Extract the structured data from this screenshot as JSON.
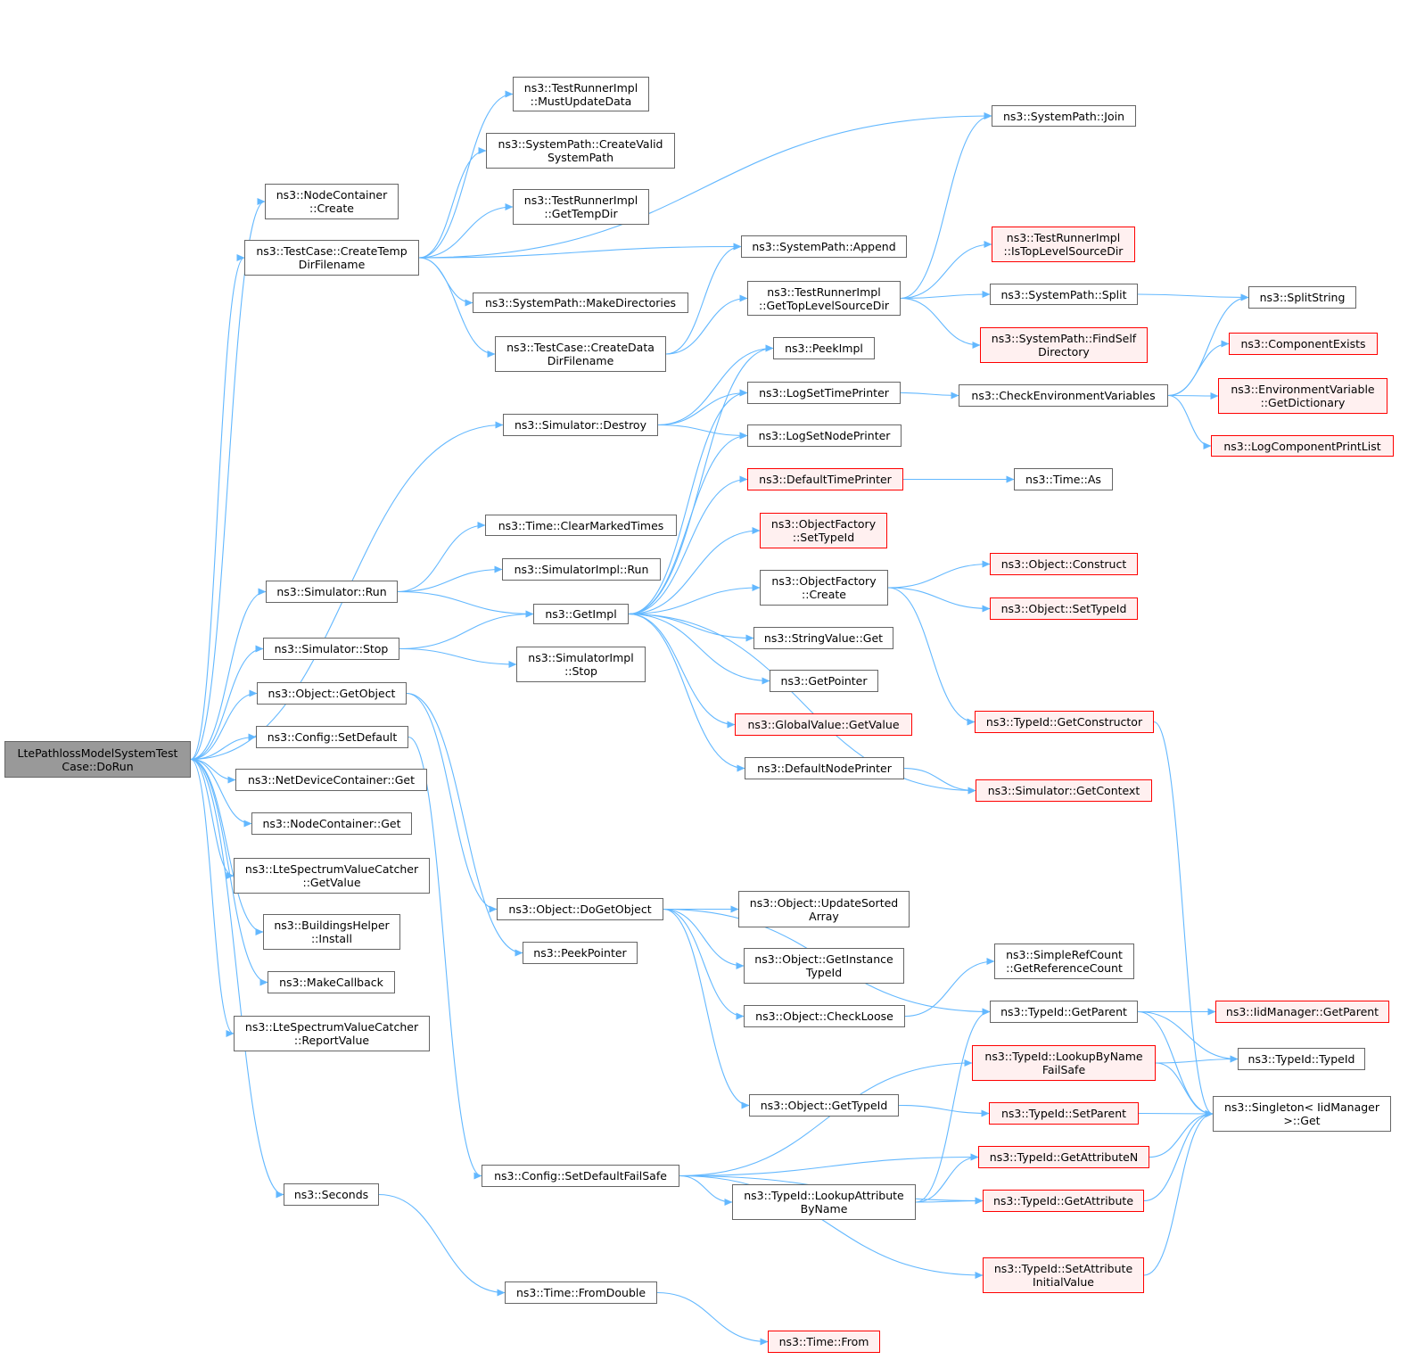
{
  "colors": {
    "edge": "#63b8ff",
    "node_border": "#666666",
    "root_fill": "#999999",
    "truncated_border": "#ff0000",
    "truncated_fill": "#fff0f0"
  },
  "nodes": [
    {
      "id": "dorun",
      "label": "LtePathlossModelSystemTest\nCase::DoRun",
      "style": "root"
    },
    {
      "id": "nc_create",
      "label": "ns3::NodeContainer\n::Create",
      "style": "normal"
    },
    {
      "id": "tc_tempdir",
      "label": "ns3::TestCase::CreateTemp\nDirFilename",
      "style": "normal"
    },
    {
      "id": "tri_must",
      "label": "ns3::TestRunnerImpl\n::MustUpdateData",
      "style": "normal"
    },
    {
      "id": "sp_createvalid",
      "label": "ns3::SystemPath::CreateValid\nSystemPath",
      "style": "normal"
    },
    {
      "id": "tri_gettemp",
      "label": "ns3::TestRunnerImpl\n::GetTempDir",
      "style": "normal"
    },
    {
      "id": "sp_makedirs",
      "label": "ns3::SystemPath::MakeDirectories",
      "style": "normal"
    },
    {
      "id": "tc_datadir",
      "label": "ns3::TestCase::CreateData\nDirFilename",
      "style": "normal"
    },
    {
      "id": "sp_join",
      "label": "ns3::SystemPath::Join",
      "style": "normal"
    },
    {
      "id": "sp_append",
      "label": "ns3::SystemPath::Append",
      "style": "normal"
    },
    {
      "id": "tri_gettop",
      "label": "ns3::TestRunnerImpl\n::GetTopLevelSourceDir",
      "style": "normal"
    },
    {
      "id": "tri_istop",
      "label": "ns3::TestRunnerImpl\n::IsTopLevelSourceDir",
      "style": "truncated"
    },
    {
      "id": "sp_split",
      "label": "ns3::SystemPath::Split",
      "style": "normal"
    },
    {
      "id": "sp_findself",
      "label": "ns3::SystemPath::FindSelf\nDirectory",
      "style": "truncated"
    },
    {
      "id": "splitstring",
      "label": "ns3::SplitString",
      "style": "normal"
    },
    {
      "id": "comp_exists",
      "label": "ns3::ComponentExists",
      "style": "truncated"
    },
    {
      "id": "env_dict",
      "label": "ns3::EnvironmentVariable\n::GetDictionary",
      "style": "truncated"
    },
    {
      "id": "log_print",
      "label": "ns3::LogComponentPrintList",
      "style": "truncated"
    },
    {
      "id": "peekimpl",
      "label": "ns3::PeekImpl",
      "style": "normal"
    },
    {
      "id": "logsettime",
      "label": "ns3::LogSetTimePrinter",
      "style": "normal"
    },
    {
      "id": "logsetnode",
      "label": "ns3::LogSetNodePrinter",
      "style": "normal"
    },
    {
      "id": "checkenv",
      "label": "ns3::CheckEnvironmentVariables",
      "style": "normal"
    },
    {
      "id": "sim_destroy",
      "label": "ns3::Simulator::Destroy",
      "style": "normal"
    },
    {
      "id": "defaulttime",
      "label": "ns3::DefaultTimePrinter",
      "style": "truncated"
    },
    {
      "id": "time_as",
      "label": "ns3::Time::As",
      "style": "normal"
    },
    {
      "id": "time_clear",
      "label": "ns3::Time::ClearMarkedTimes",
      "style": "normal"
    },
    {
      "id": "of_settypeid",
      "label": "ns3::ObjectFactory\n::SetTypeId",
      "style": "truncated"
    },
    {
      "id": "simimpl_run",
      "label": "ns3::SimulatorImpl::Run",
      "style": "normal"
    },
    {
      "id": "sim_run",
      "label": "ns3::Simulator::Run",
      "style": "normal"
    },
    {
      "id": "of_create",
      "label": "ns3::ObjectFactory\n::Create",
      "style": "normal"
    },
    {
      "id": "obj_construct",
      "label": "ns3::Object::Construct",
      "style": "truncated"
    },
    {
      "id": "getimpl",
      "label": "ns3::GetImpl",
      "style": "normal"
    },
    {
      "id": "obj_settypeid",
      "label": "ns3::Object::SetTypeId",
      "style": "truncated"
    },
    {
      "id": "sv_get",
      "label": "ns3::StringValue::Get",
      "style": "normal"
    },
    {
      "id": "sim_stop",
      "label": "ns3::Simulator::Stop",
      "style": "normal"
    },
    {
      "id": "simimpl_stop",
      "label": "ns3::SimulatorImpl\n::Stop",
      "style": "normal"
    },
    {
      "id": "getpointer",
      "label": "ns3::GetPointer",
      "style": "normal"
    },
    {
      "id": "obj_getobject",
      "label": "ns3::Object::GetObject",
      "style": "normal"
    },
    {
      "id": "gv_getvalue",
      "label": "ns3::GlobalValue::GetValue",
      "style": "truncated"
    },
    {
      "id": "tid_getctor",
      "label": "ns3::TypeId::GetConstructor",
      "style": "truncated"
    },
    {
      "id": "cfg_setdefault",
      "label": "ns3::Config::SetDefault",
      "style": "normal"
    },
    {
      "id": "defaultnode",
      "label": "ns3::DefaultNodePrinter",
      "style": "normal"
    },
    {
      "id": "ndc_get",
      "label": "ns3::NetDeviceContainer::Get",
      "style": "normal"
    },
    {
      "id": "sim_getctx",
      "label": "ns3::Simulator::GetContext",
      "style": "truncated"
    },
    {
      "id": "nc_get",
      "label": "ns3::NodeContainer::Get",
      "style": "normal"
    },
    {
      "id": "lsvc_getvalue",
      "label": "ns3::LteSpectrumValueCatcher\n::GetValue",
      "style": "normal"
    },
    {
      "id": "obj_dogetobject",
      "label": "ns3::Object::DoGetObject",
      "style": "normal"
    },
    {
      "id": "obj_updsorted",
      "label": "ns3::Object::UpdateSorted\nArray",
      "style": "normal"
    },
    {
      "id": "bh_install",
      "label": "ns3::BuildingsHelper\n::Install",
      "style": "normal"
    },
    {
      "id": "peekpointer",
      "label": "ns3::PeekPointer",
      "style": "normal"
    },
    {
      "id": "obj_getinst",
      "label": "ns3::Object::GetInstance\nTypeId",
      "style": "normal"
    },
    {
      "id": "src_getref",
      "label": "ns3::SimpleRefCount\n::GetReferenceCount",
      "style": "normal"
    },
    {
      "id": "makecallback",
      "label": "ns3::MakeCallback",
      "style": "normal"
    },
    {
      "id": "obj_checkloose",
      "label": "ns3::Object::CheckLoose",
      "style": "normal"
    },
    {
      "id": "tid_getparent",
      "label": "ns3::TypeId::GetParent",
      "style": "normal"
    },
    {
      "id": "iid_getparent",
      "label": "ns3::IidManager::GetParent",
      "style": "truncated"
    },
    {
      "id": "lsvc_report",
      "label": "ns3::LteSpectrumValueCatcher\n::ReportValue",
      "style": "normal"
    },
    {
      "id": "tid_lookupfail",
      "label": "ns3::TypeId::LookupByName\nFailSafe",
      "style": "truncated"
    },
    {
      "id": "tid_typeid",
      "label": "ns3::TypeId::TypeId",
      "style": "normal"
    },
    {
      "id": "obj_gettypeid",
      "label": "ns3::Object::GetTypeId",
      "style": "normal"
    },
    {
      "id": "tid_setparent",
      "label": "ns3::TypeId::SetParent",
      "style": "truncated"
    },
    {
      "id": "singleton_get",
      "label": "ns3::Singleton< IidManager\n>::Get",
      "style": "normal"
    },
    {
      "id": "cfg_setdefaultfs",
      "label": "ns3::Config::SetDefaultFailSafe",
      "style": "normal"
    },
    {
      "id": "tid_getattrn",
      "label": "ns3::TypeId::GetAttributeN",
      "style": "truncated"
    },
    {
      "id": "seconds",
      "label": "ns3::Seconds",
      "style": "normal"
    },
    {
      "id": "tid_lookupattr",
      "label": "ns3::TypeId::LookupAttribute\nByName",
      "style": "normal"
    },
    {
      "id": "tid_getattr",
      "label": "ns3::TypeId::GetAttribute",
      "style": "truncated"
    },
    {
      "id": "tid_setattrinit",
      "label": "ns3::TypeId::SetAttribute\nInitialValue",
      "style": "truncated"
    },
    {
      "id": "time_fromdouble",
      "label": "ns3::Time::FromDouble",
      "style": "normal"
    },
    {
      "id": "time_from",
      "label": "ns3::Time::From",
      "style": "truncated"
    }
  ],
  "edges": [
    [
      "dorun",
      "nc_create"
    ],
    [
      "dorun",
      "tc_tempdir"
    ],
    [
      "dorun",
      "sim_destroy"
    ],
    [
      "dorun",
      "sim_run"
    ],
    [
      "dorun",
      "sim_stop"
    ],
    [
      "dorun",
      "obj_getobject"
    ],
    [
      "dorun",
      "cfg_setdefault"
    ],
    [
      "dorun",
      "ndc_get"
    ],
    [
      "dorun",
      "nc_get"
    ],
    [
      "dorun",
      "lsvc_getvalue"
    ],
    [
      "dorun",
      "bh_install"
    ],
    [
      "dorun",
      "makecallback"
    ],
    [
      "dorun",
      "lsvc_report"
    ],
    [
      "dorun",
      "seconds"
    ],
    [
      "tc_tempdir",
      "tri_must"
    ],
    [
      "tc_tempdir",
      "sp_createvalid"
    ],
    [
      "tc_tempdir",
      "tri_gettemp"
    ],
    [
      "tc_tempdir",
      "sp_makedirs"
    ],
    [
      "tc_tempdir",
      "tc_datadir"
    ],
    [
      "tc_tempdir",
      "sp_join"
    ],
    [
      "tc_tempdir",
      "sp_append"
    ],
    [
      "tc_datadir",
      "sp_append"
    ],
    [
      "tc_datadir",
      "tri_gettop"
    ],
    [
      "tri_gettop",
      "sp_join"
    ],
    [
      "tri_gettop",
      "tri_istop"
    ],
    [
      "tri_gettop",
      "sp_split"
    ],
    [
      "tri_gettop",
      "sp_findself"
    ],
    [
      "sp_split",
      "splitstring"
    ],
    [
      "checkenv",
      "splitstring"
    ],
    [
      "checkenv",
      "comp_exists"
    ],
    [
      "checkenv",
      "env_dict"
    ],
    [
      "checkenv",
      "log_print"
    ],
    [
      "logsettime",
      "checkenv"
    ],
    [
      "sim_destroy",
      "peekimpl"
    ],
    [
      "sim_destroy",
      "logsettime"
    ],
    [
      "sim_destroy",
      "logsetnode"
    ],
    [
      "sim_run",
      "time_clear"
    ],
    [
      "sim_run",
      "simimpl_run"
    ],
    [
      "sim_run",
      "getimpl"
    ],
    [
      "sim_stop",
      "getimpl"
    ],
    [
      "sim_stop",
      "simimpl_stop"
    ],
    [
      "getimpl",
      "peekimpl"
    ],
    [
      "getimpl",
      "logsettime"
    ],
    [
      "getimpl",
      "logsetnode"
    ],
    [
      "getimpl",
      "defaulttime"
    ],
    [
      "getimpl",
      "of_settypeid"
    ],
    [
      "getimpl",
      "of_create"
    ],
    [
      "getimpl",
      "sv_get"
    ],
    [
      "getimpl",
      "getpointer"
    ],
    [
      "getimpl",
      "gv_getvalue"
    ],
    [
      "getimpl",
      "defaultnode"
    ],
    [
      "getimpl",
      "sim_getctx"
    ],
    [
      "defaulttime",
      "time_as"
    ],
    [
      "of_create",
      "obj_construct"
    ],
    [
      "of_create",
      "obj_settypeid"
    ],
    [
      "of_create",
      "tid_getctor"
    ],
    [
      "tid_getctor",
      "singleton_get"
    ],
    [
      "defaultnode",
      "sim_getctx"
    ],
    [
      "obj_getobject",
      "obj_dogetobject"
    ],
    [
      "obj_getobject",
      "peekpointer"
    ],
    [
      "cfg_setdefault",
      "cfg_setdefaultfs"
    ],
    [
      "obj_dogetobject",
      "obj_updsorted"
    ],
    [
      "obj_dogetobject",
      "obj_getinst"
    ],
    [
      "obj_dogetobject",
      "obj_checkloose"
    ],
    [
      "obj_dogetobject",
      "obj_gettypeid"
    ],
    [
      "obj_dogetobject",
      "tid_getparent"
    ],
    [
      "obj_checkloose",
      "src_getref"
    ],
    [
      "tid_getparent",
      "iid_getparent"
    ],
    [
      "tid_getparent",
      "tid_typeid"
    ],
    [
      "tid_getparent",
      "singleton_get"
    ],
    [
      "tid_lookupfail",
      "tid_typeid"
    ],
    [
      "tid_lookupfail",
      "singleton_get"
    ],
    [
      "obj_gettypeid",
      "tid_setparent"
    ],
    [
      "tid_setparent",
      "singleton_get"
    ],
    [
      "cfg_setdefaultfs",
      "tid_lookupfail"
    ],
    [
      "cfg_setdefaultfs",
      "tid_getattrn"
    ],
    [
      "cfg_setdefaultfs",
      "tid_lookupattr"
    ],
    [
      "cfg_setdefaultfs",
      "tid_getattr"
    ],
    [
      "cfg_setdefaultfs",
      "tid_setattrinit"
    ],
    [
      "tid_lookupattr",
      "tid_getparent"
    ],
    [
      "tid_lookupattr",
      "tid_getattrn"
    ],
    [
      "tid_lookupattr",
      "tid_getattr"
    ],
    [
      "tid_getattrn",
      "singleton_get"
    ],
    [
      "tid_getattr",
      "singleton_get"
    ],
    [
      "tid_setattrinit",
      "singleton_get"
    ],
    [
      "seconds",
      "time_fromdouble"
    ],
    [
      "time_fromdouble",
      "time_from"
    ]
  ]
}
